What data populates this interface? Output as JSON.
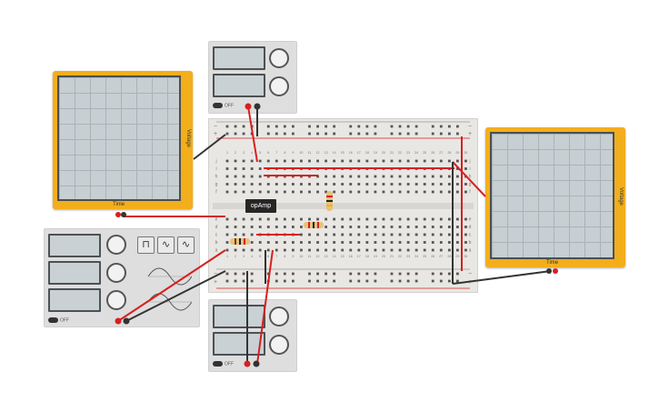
{
  "scopes": {
    "left": {
      "time_label": "Time",
      "voltage_label": "Voltage"
    },
    "right": {
      "time_label": "Time",
      "voltage_label": "Voltage"
    }
  },
  "power_supplies": {
    "top": {
      "switch_label": "OFF"
    },
    "bottom": {
      "switch_label": "OFF"
    }
  },
  "function_generator": {
    "switch_label": "OFF",
    "wave_buttons": [
      {
        "name": "square-wave-icon",
        "glyph": "⊓"
      },
      {
        "name": "sine-wave-icon",
        "glyph": "∿"
      },
      {
        "name": "triangle-wave-icon",
        "glyph": "∿"
      }
    ]
  },
  "breadboard": {
    "row_letters_top": [
      "j",
      "i",
      "h",
      "g",
      "f"
    ],
    "row_letters_bottom": [
      "e",
      "d",
      "c",
      "b",
      "a"
    ],
    "column_numbers": [
      "1",
      "2",
      "3",
      "4",
      "5",
      "6",
      "7",
      "8",
      "9",
      "10",
      "11",
      "12",
      "13",
      "14",
      "15",
      "16",
      "17",
      "18",
      "19",
      "20",
      "21",
      "22",
      "23",
      "24",
      "25",
      "26",
      "27",
      "28",
      "29",
      "30"
    ],
    "rail_plus": "+",
    "rail_minus": "−"
  },
  "opamp": {
    "label": "opAmp"
  },
  "colors": {
    "scope_frame": "#f3ae1c",
    "wire_red": "#d62020",
    "wire_black": "#333333",
    "breadboard": "#e9e7e4"
  }
}
